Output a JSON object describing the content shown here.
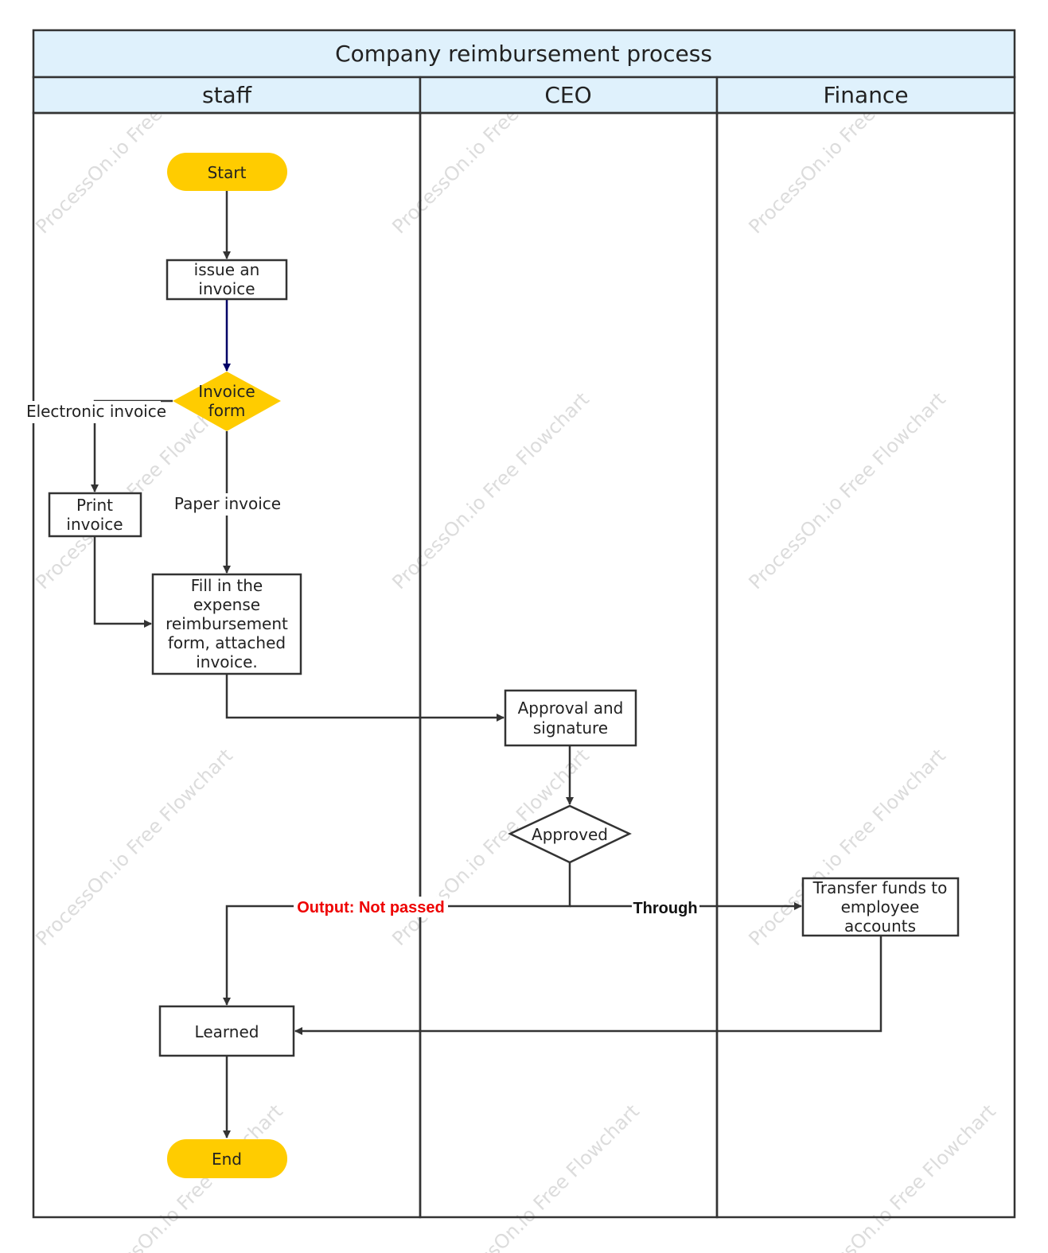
{
  "title": "Company reimbursement process",
  "lanes": [
    "staff",
    "CEO",
    "Finance"
  ],
  "nodes": {
    "start": "Start",
    "issue_invoice": [
      "issue an",
      "invoice"
    ],
    "invoice_form": [
      "Invoice",
      "form"
    ],
    "print_invoice": [
      "Print",
      "invoice"
    ],
    "fill_form": [
      "Fill in the",
      "expense",
      "reimbursement",
      "form, attached",
      "invoice."
    ],
    "approval": [
      "Approval and",
      "signature"
    ],
    "approved": "Approved",
    "transfer": [
      "Transfer funds to",
      "employee",
      "accounts"
    ],
    "learned": "Learned",
    "end": "End"
  },
  "edge_labels": {
    "electronic": "Electronic invoice",
    "paper": "Paper invoice",
    "not_passed": "Output: Not passed",
    "through": "Through"
  },
  "watermark": "ProcessOn.io Free Flowchart",
  "colors": {
    "header_fill": "#dff1fc",
    "terminal_fill": "#ffcc00",
    "decision_fill": "#ffcc00",
    "line": "#333333",
    "accent_line": "#000066",
    "not_passed_text": "#ee0000"
  }
}
